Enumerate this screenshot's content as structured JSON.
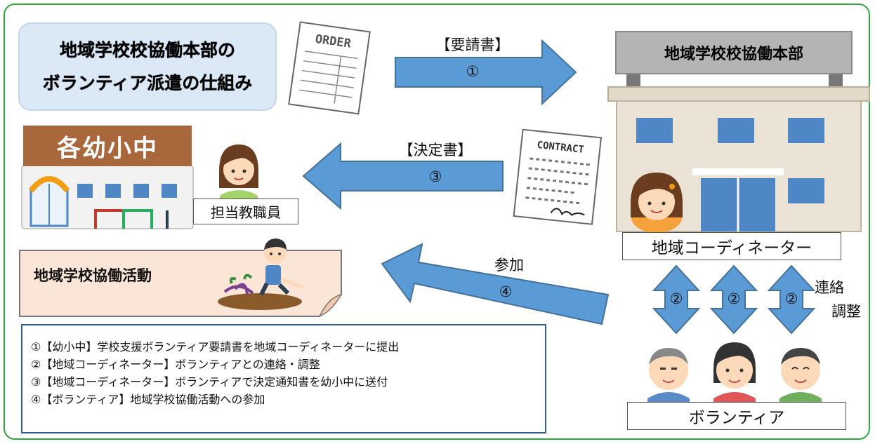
{
  "title": {
    "line1": "地域学校校協働本部の",
    "line2": "ボランティア派遣の仕組み"
  },
  "hq": {
    "sign": "地域学校校協働本部",
    "coordinator_label": "地域コーディネーター"
  },
  "order_doc": {
    "text": "ORDER"
  },
  "contract_doc": {
    "text": "CONTRACT"
  },
  "school": {
    "sign": "各幼小中",
    "staff_label": "担当教職員"
  },
  "arrows": {
    "request": {
      "caption": "【要請書】",
      "step": "①"
    },
    "decision": {
      "caption": "【決定書】",
      "step": "③"
    },
    "participation": {
      "caption": "参加",
      "step": "④"
    },
    "contact": {
      "step": "②",
      "caption_line1": "連絡",
      "caption_line2": "調整"
    }
  },
  "activity": {
    "label": "地域学校協働活動"
  },
  "volunteer": {
    "label": "ボランティア"
  },
  "legend": [
    "①【幼小中】学校支援ボランティア要請書を地域コーディネーターに提出",
    "②【地域コーディネーター】ボランティアとの連絡・調整",
    "③【地域コーディネーター】ボランティアで決定通知書を幼小中に送付",
    "④【ボランティア】地域学校協働活動への参加"
  ],
  "colors": {
    "frame": "#2bab3b",
    "arrow_fill": "#5b9bd5",
    "arrow_stroke": "#41719c",
    "title_bg": "#dbe9f7",
    "school_sign": "#a8683c",
    "activity_bg": "#fbe5d6",
    "building": "#e9e2d4",
    "window": "#4f86c6"
  }
}
